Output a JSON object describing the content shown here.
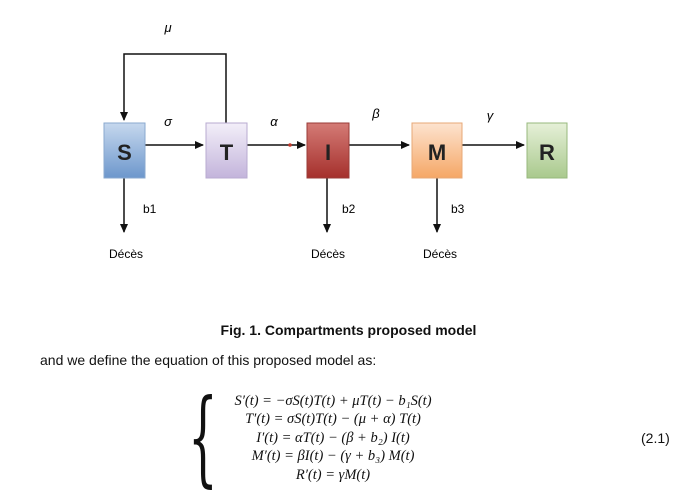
{
  "diagram": {
    "nodes": [
      {
        "id": "S",
        "label": "S",
        "color_top": "#c6d8ee",
        "color_bottom": "#6d97cc"
      },
      {
        "id": "T",
        "label": "T",
        "color_top": "#f3eff9",
        "color_bottom": "#c3b4db"
      },
      {
        "id": "I",
        "label": "I",
        "color_top": "#d47b76",
        "color_bottom": "#a5302c"
      },
      {
        "id": "M",
        "label": "M",
        "color_top": "#fde3cf",
        "color_bottom": "#f5a766"
      },
      {
        "id": "R",
        "label": "R",
        "color_top": "#e6f0d8",
        "color_bottom": "#a9c98d"
      }
    ],
    "transition_labels": {
      "feedback": "μ",
      "s_to_t": "σ",
      "t_to_i": "α",
      "i_to_m": "β",
      "m_to_r": "γ"
    },
    "death_rates": {
      "S": "b1",
      "I": "b2",
      "M": "b3"
    },
    "death_label": "Décès"
  },
  "caption": "Fig. 1. Compartments proposed model",
  "intro_text": "and we define the equation of this proposed model as:",
  "equations": [
    "S′(t) = −σS(t)T(t) + μT(t) − b₁S(t)",
    "T′(t) = σS(t)T(t) − (μ + α) T(t)",
    "I′(t) = αT(t) − (β + b₂) I(t)",
    "M′(t) = βI(t) − (γ + b₃) M(t)",
    "R′(t) = γM(t)"
  ],
  "equation_number": "(2.1)"
}
